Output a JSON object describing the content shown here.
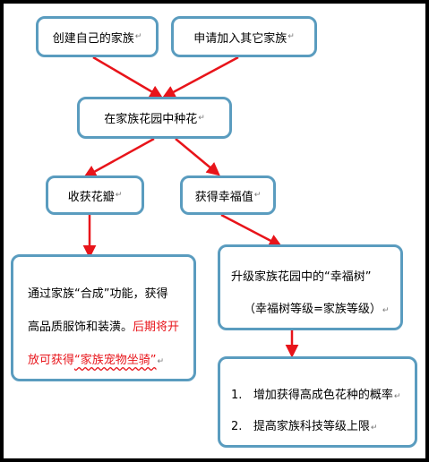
{
  "para_mark": "↵",
  "nodes": {
    "create_family": "创建自己的家族",
    "join_family": "申请加入其它家族",
    "plant_flowers": "在家族花园中种花",
    "collect_petals": "收获花瓣",
    "get_happiness": "获得幸福值",
    "petals_desc": {
      "line1": "通过家族“合成”功能，获得",
      "line2_black": "高品质服饰和装潢。",
      "line2_red": "后期将开",
      "line3_red_a": "放可获得",
      "line3_red_b": "“家族宠物坐骑”"
    },
    "upgrade_tree": {
      "line1": "升级家族花园中的“幸福树”",
      "line2": "（幸福树等级=家族等级）"
    },
    "benefits": {
      "items": [
        {
          "num": "1.",
          "text": "增加获得高成色花种的概率"
        },
        {
          "num": "2.",
          "text": "提高家族科技等级上限"
        }
      ]
    }
  },
  "colors": {
    "border": "#5a9cbf",
    "arrow": "#e8141a",
    "highlight_text": "#e8141a"
  }
}
